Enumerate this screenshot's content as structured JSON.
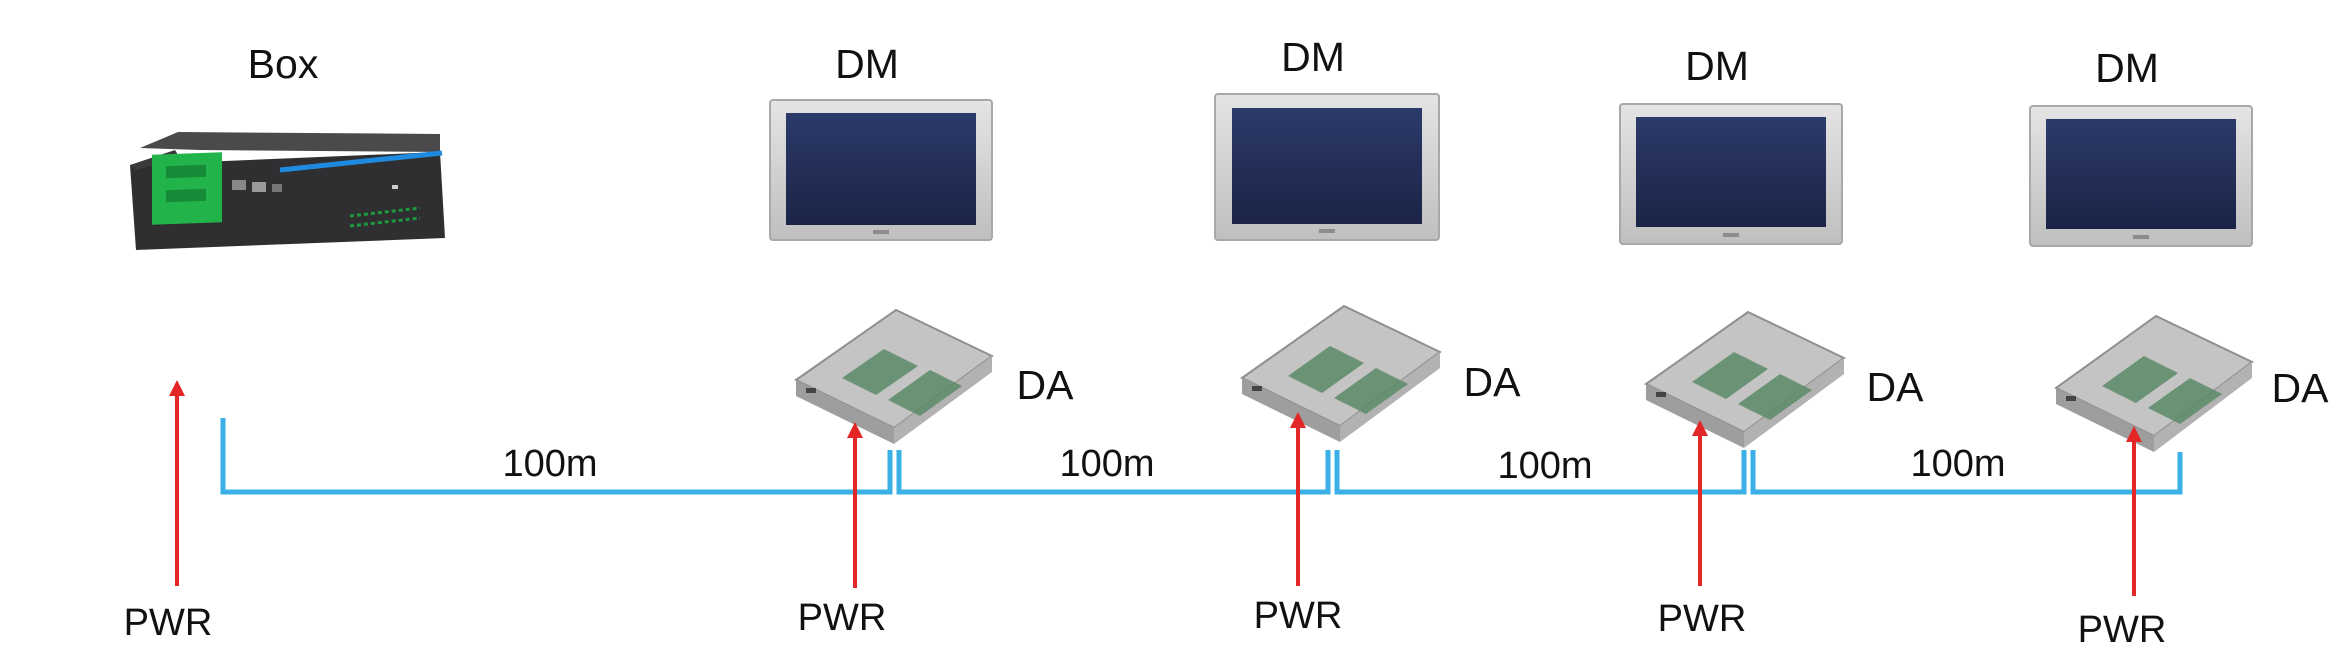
{
  "box": {
    "label": "Box"
  },
  "units": [
    {
      "monitor_label": "DM",
      "adapter_label": "DA",
      "pwr_label": "PWR"
    },
    {
      "monitor_label": "DM",
      "adapter_label": "DA",
      "pwr_label": "PWR"
    },
    {
      "monitor_label": "DM",
      "adapter_label": "DA",
      "pwr_label": "PWR"
    },
    {
      "monitor_label": "DM",
      "adapter_label": "DA",
      "pwr_label": "PWR"
    }
  ],
  "box_pwr_label": "PWR",
  "segments": [
    {
      "label": "100m"
    },
    {
      "label": "100m"
    },
    {
      "label": "100m"
    },
    {
      "label": "100m"
    }
  ],
  "colors": {
    "cable": "#3bb0e6",
    "power_arrow": "#e32626",
    "box_body": "#2f2f31",
    "box_accent": "#1f8be0",
    "box_board": "#22b34a",
    "monitor_bezel": "#d2d2d2",
    "monitor_screen": "#243058",
    "adapter_body": "#bdbdbd",
    "adapter_panel": "#5b8a66"
  },
  "icons": {
    "box": "industrial-box-pc-icon",
    "monitor": "display-monitor-icon",
    "adapter": "display-adapter-icon",
    "power": "power-arrow-icon"
  }
}
